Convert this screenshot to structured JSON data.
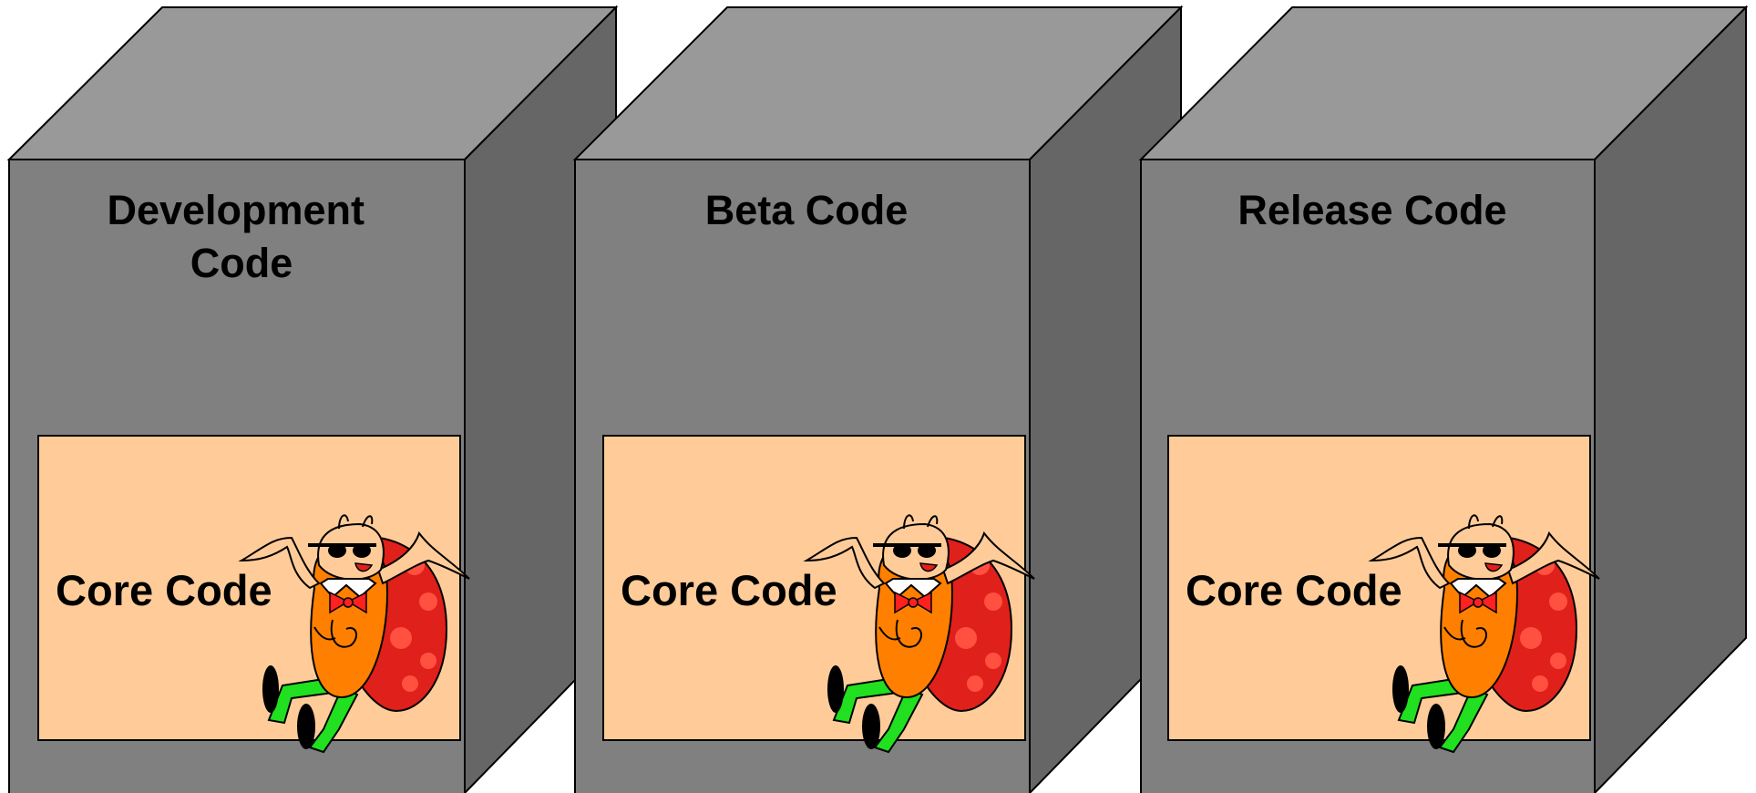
{
  "boxes": [
    {
      "title_lines": [
        "Development",
        "Code"
      ],
      "core_label": "Core Code"
    },
    {
      "title_lines": [
        "Beta Code"
      ],
      "core_label": "Core Code"
    },
    {
      "title_lines": [
        "Release Code"
      ],
      "core_label": "Core Code"
    }
  ],
  "colors": {
    "box_front": "#808080",
    "box_top": "#999999",
    "box_side": "#666666",
    "core_panel": "#ffcc99",
    "outline": "#000000",
    "character_body": "#ff8000",
    "character_shell": "#e0201a",
    "character_skin": "#ffcc99",
    "character_bowtie": "#ff2020",
    "character_legs": "#20e020"
  },
  "icons": {
    "mascot": "cartoon-bug-mascot-icon"
  }
}
